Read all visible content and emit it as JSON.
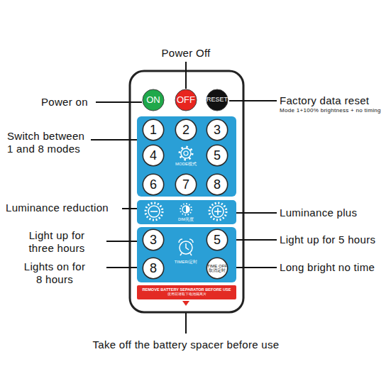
{
  "diagram": {
    "nodes": [
      {
        "text": [
          "ON"
        ]
      },
      {
        "text": [
          "OFF"
        ]
      },
      {
        "text": [
          "RESET"
        ]
      },
      {
        "text": [
          "MODE模式"
        ]
      },
      {
        "text": [
          "1"
        ],
        "in": 3
      },
      {
        "text": [
          "2"
        ],
        "in": 3
      },
      {
        "text": [
          "3"
        ],
        "in": 3
      },
      {
        "text": [
          "4"
        ],
        "in": 3
      },
      {
        "text": [
          "5"
        ],
        "in": 3
      },
      {
        "text": [
          "6"
        ],
        "in": 3
      },
      {
        "text": [
          "7"
        ],
        "in": 3
      },
      {
        "text": [
          "8"
        ],
        "in": 3
      },
      {
        "text": [
          "DIM亮度"
        ]
      },
      {
        "text": [
          "TIMER/定时"
        ]
      },
      {
        "text": [
          "3"
        ],
        "in": 13
      },
      {
        "text": [
          "5"
        ],
        "in": 13
      },
      {
        "text": [
          "8"
        ],
        "in": 13
      },
      {
        "text": [
          "TIME OFF 取消定时"
        ],
        "in": 13
      },
      {
        "text": [
          "REMOVE BATTERY SEPARATOR BEFORE USE",
          "使用前请取下电池隔离片"
        ]
      }
    ],
    "labels": [
      "Power Off",
      "Power on",
      "Factory data reset",
      "Mode 1+100% brightness + no timing",
      "Switch between 1 and 8 modes",
      "Luminance reduction",
      "Luminance plus",
      "Light up for three hours",
      "Light up for 5 hours",
      "Lights on for 8 hours",
      "Long bright no time",
      "Take off the battery spacer before use"
    ]
  }
}
